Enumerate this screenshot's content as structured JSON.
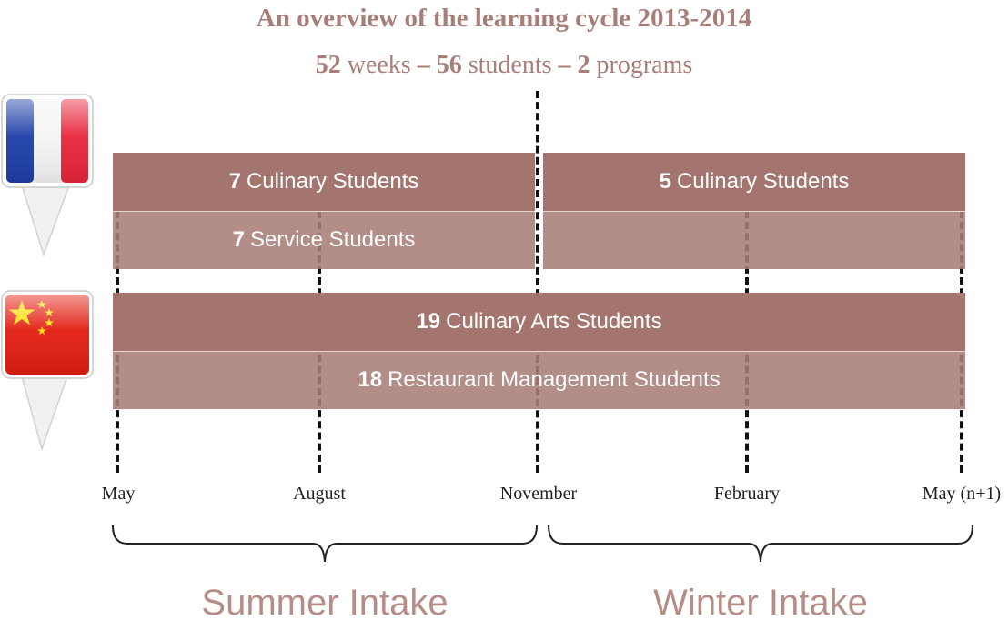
{
  "title": "An overview of the learning cycle 2013-2014",
  "subtitle": {
    "weeks_num": "52",
    "weeks_label": "weeks",
    "students_num": "56",
    "students_label": "students",
    "programs_num": "2",
    "programs_label": "programs",
    "separator": "–"
  },
  "france_flag": {
    "country": "France",
    "icon": "france-flag-pin-icon",
    "colors": [
      "#1d3ea8",
      "#ffffff",
      "#e8253a"
    ]
  },
  "china_flag": {
    "country": "China",
    "icon": "china-flag-pin-icon",
    "colors": [
      "#e21d10",
      "#ffde00"
    ]
  },
  "bands": {
    "france_summer_culinary": {
      "count": "7",
      "label": "Culinary Students"
    },
    "france_summer_service": {
      "count": "7",
      "label": "Service Students"
    },
    "france_winter_culinary": {
      "count": "5",
      "label": "Culinary Students"
    },
    "china_culinary_arts": {
      "count": "19",
      "label": "Culinary Arts Students"
    },
    "china_restaurant_mgmt": {
      "count": "18",
      "label": "Restaurant Management Students"
    }
  },
  "timeline": {
    "months": [
      "May",
      "August",
      "November",
      "February",
      "May (n+1)"
    ]
  },
  "intakes": {
    "summer": "Summer Intake",
    "winter": "Winter Intake"
  },
  "colors": {
    "title": "#a87e78",
    "band_dark": "#a4756f",
    "band_light": "#ae8680",
    "intake_text": "#b58c86"
  }
}
